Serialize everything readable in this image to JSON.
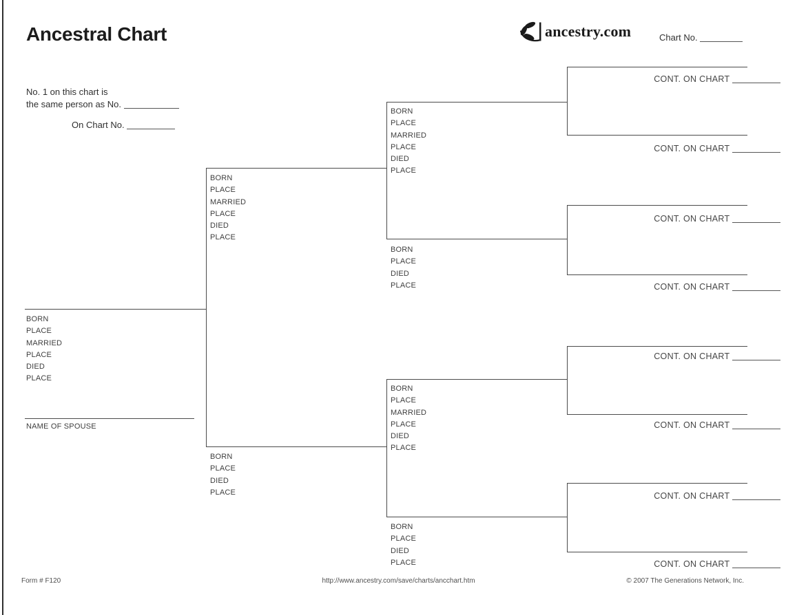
{
  "header": {
    "title": "Ancestral Chart",
    "logo_text": "ancestry.com",
    "chart_no_label": "Chart No."
  },
  "intro": {
    "line1": "No. 1 on this chart is",
    "line2": "the same person as No.",
    "line3": "On Chart No."
  },
  "labels": {
    "cont_on_chart": "CONT. ON CHART",
    "name_of_spouse": "NAME OF SPOUSE"
  },
  "field_sets": {
    "married_person": [
      "BORN",
      "PLACE",
      "MARRIED",
      "PLACE",
      "DIED",
      "PLACE"
    ],
    "person": [
      "BORN",
      "PLACE",
      "DIED",
      "PLACE"
    ]
  },
  "cont_slot_count": 8,
  "footer": {
    "form_number": "Form # F120",
    "url": "http://www.ancestry.com/save/charts/ancchart.htm",
    "copyright": "© 2007 The Generations Network, Inc."
  }
}
